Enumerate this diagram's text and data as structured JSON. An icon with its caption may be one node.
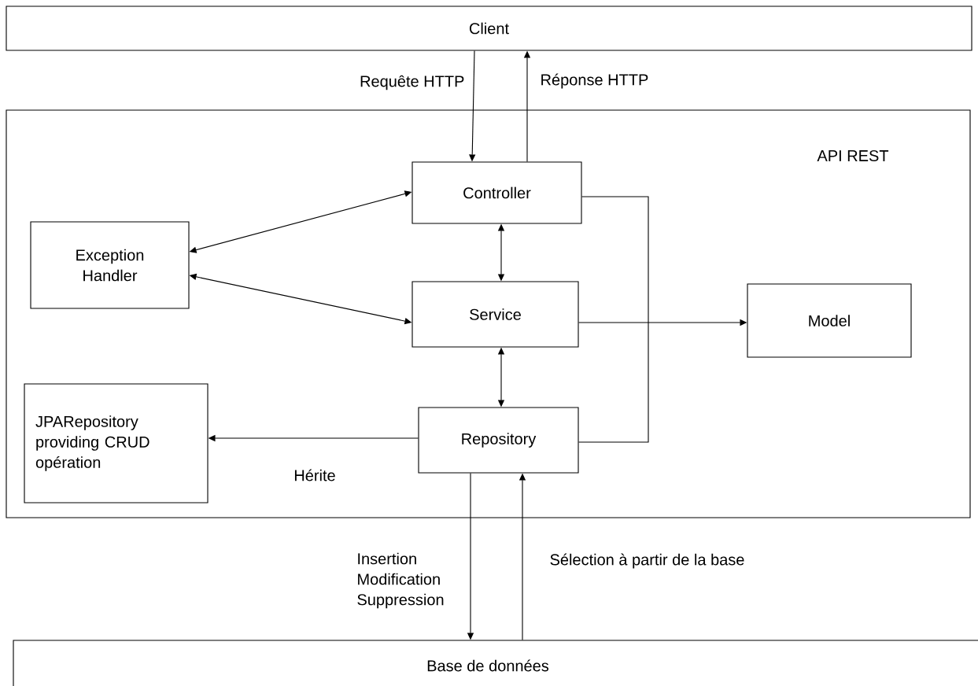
{
  "diagram": {
    "nodes": [
      {
        "text": [
          "Client"
        ]
      },
      {
        "text": [
          "API REST"
        ]
      },
      {
        "text": [
          "Controller"
        ],
        "in": 1
      },
      {
        "text": [
          "Exception Handler"
        ],
        "in": 1
      },
      {
        "text": [
          "Service"
        ],
        "in": 1
      },
      {
        "text": [
          "Model"
        ],
        "in": 1
      },
      {
        "text": [
          "JPARepository providing CRUD opération"
        ],
        "in": 1
      },
      {
        "text": [
          "Repository"
        ],
        "in": 1
      },
      {
        "text": [
          "Base de données"
        ]
      }
    ],
    "edges": [
      {
        "from": 0,
        "to": 2,
        "arrow": "to",
        "label": "Requête HTTP"
      },
      {
        "from": 2,
        "to": 0,
        "arrow": "to",
        "label": "Réponse HTTP"
      },
      {
        "from": 3,
        "to": 2,
        "arrow": "both"
      },
      {
        "from": 3,
        "to": 4,
        "arrow": "both"
      },
      {
        "from": 2,
        "to": 4,
        "arrow": "both"
      },
      {
        "from": 4,
        "to": 5,
        "arrow": "to"
      },
      {
        "from": 4,
        "to": 7,
        "arrow": "both"
      },
      {
        "from": 7,
        "to": 6,
        "arrow": "to",
        "label": "Hérite"
      },
      {
        "from": 2,
        "to": 7,
        "arrow": "none"
      },
      {
        "from": 7,
        "to": 8,
        "arrow": "to",
        "label": "Insertion Modification Suppression"
      },
      {
        "from": 8,
        "to": 7,
        "arrow": "to",
        "label": "Sélection à partir de la base"
      }
    ]
  }
}
